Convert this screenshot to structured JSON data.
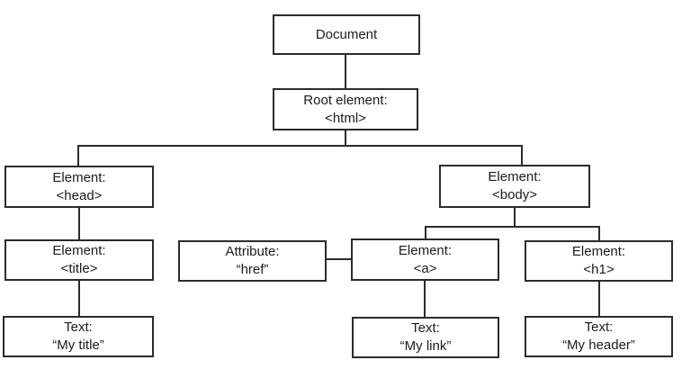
{
  "diagram": {
    "nodes": {
      "document": {
        "label": "Document"
      },
      "html": {
        "label": "Root element:",
        "value": "<html>"
      },
      "head": {
        "label": "Element:",
        "value": "<head>"
      },
      "body": {
        "label": "Element:",
        "value": "<body>"
      },
      "title": {
        "label": "Element:",
        "value": "<title>"
      },
      "attribute": {
        "label": "Attribute:",
        "value": "“href”"
      },
      "a": {
        "label": "Element:",
        "value": "<a>"
      },
      "h1": {
        "label": "Element:",
        "value": "<h1>"
      },
      "text_title": {
        "label": "Text:",
        "value": "“My title”"
      },
      "text_link": {
        "label": "Text:",
        "value": "“My link”"
      },
      "text_header": {
        "label": "Text:",
        "value": "“My header”"
      }
    },
    "colors": {
      "line": "#2b2b2b",
      "background": "#ffffff",
      "text": "#1c1c1c"
    }
  }
}
